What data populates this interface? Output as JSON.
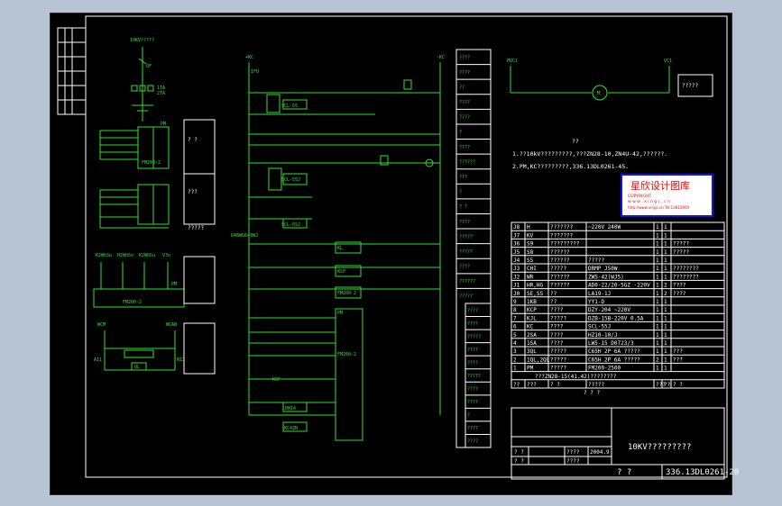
{
  "sheet": {
    "code": "336.13DL0261-20",
    "title": "10KV?????????",
    "date": "2004.9",
    "code_prefix": "? ?"
  },
  "notes": {
    "heading": "??",
    "line1": "1.??10kV?????????,???ZN28-10,ZN4U-42,??????.",
    "line2": "2.PM,KC?????????,336.13DL0261-45."
  },
  "stamp": {
    "title": "星欣设计图库",
    "sub1": "COPYRIGHT",
    "sub2": "w w w . x i n g c . c n",
    "sub3": "http://www.xingc.cn Tel:13813900"
  },
  "left_labels": {
    "bus": "10KV?????",
    "qf": "QF",
    "ta": "1TA",
    "ta2": "2TA",
    "pm": "PM",
    "pm_unit": "FM200-2",
    "kw1": "K2Wh3u",
    "kw2": "H2Wh5v",
    "kw3": "K2Wh5u",
    "kw4": "V3n",
    "pm3": "PM",
    "bottom_pm": "FM200-2",
    "wcm": "WCM",
    "wcan": "WCAN",
    "ql": "QL",
    "a1": "A11",
    "m1": "N11",
    "box1": "? ?",
    "box2": "???",
    "box3": "?????"
  },
  "middle_labels": {
    "left_bus": "+KC",
    "right_bus": "-KC",
    "fu": "1FU",
    "coil1": "SCL-55",
    "coil2": "SCL-55J",
    "coil3": "SCL-55J",
    "kl": "KL",
    "kcp": "KCP",
    "pm": "PM",
    "pm_unit": "FM200-2",
    "unit1": "FM200-2",
    "kcf": "KCF",
    "ws": "648WG648WJ",
    "dn": "DN14",
    "kcn": "KC4ZN"
  },
  "right_strip": [
    "????",
    "????",
    "??",
    "????",
    "????",
    "?",
    "????",
    "??????",
    "???",
    "?",
    "? ?",
    "????",
    "?????",
    "?????",
    "????",
    "??????",
    "?????"
  ],
  "right_strip2": [
    "????",
    "????",
    "?????",
    "????",
    "????",
    "?????",
    "????",
    "????",
    "?",
    "????",
    "????"
  ],
  "motor": {
    "left": "HVCi",
    "right": "VC1",
    "m": "M",
    "box": "?????"
  },
  "bom": {
    "rows": [
      [
        "J8",
        "H",
        "???????",
        "~220V 240W",
        "1",
        "1",
        ""
      ],
      [
        "J7",
        "KV",
        "???????",
        "",
        "1",
        "1",
        ""
      ],
      [
        "J6",
        "S9",
        "?????????",
        "",
        "1",
        "1",
        "?????"
      ],
      [
        "J5",
        "S8",
        "??????",
        "",
        "1",
        "1",
        "?????"
      ],
      [
        "J4",
        "S5",
        "??????",
        "?????",
        "1",
        "1",
        ""
      ],
      [
        "J3",
        "CHI",
        "?????",
        "DRMP J50W",
        "1",
        "1",
        "????????"
      ],
      [
        "J2",
        "WR",
        "??????",
        "ZWS-42(WJ5)",
        "1",
        "1",
        "????????"
      ],
      [
        "J1",
        "HR,HG",
        "??????",
        "AD0-22/20-5GZ -220V",
        "1",
        "2",
        "????"
      ],
      [
        "J0",
        "SE,SS",
        "??",
        "LA19-1J",
        "1",
        "2",
        "????"
      ],
      [
        "9",
        "1KB",
        "??",
        "YY1-D",
        "1",
        "1",
        ""
      ],
      [
        "8",
        "KCP",
        "????",
        "DZY-204 ~220V",
        "1",
        "1",
        ""
      ],
      [
        "7",
        "KJL",
        "?????",
        "DZB-15B-220V 0.5A",
        "1",
        "1",
        ""
      ],
      [
        "6",
        "KC",
        "????",
        "SCL-55J",
        "1",
        "1",
        ""
      ],
      [
        "5",
        "2SA",
        "????",
        "HZ10-10/J",
        "1",
        "1",
        ""
      ],
      [
        "4",
        "1SA",
        "????",
        "LW5-15 D0723/3",
        "1",
        "1",
        ""
      ],
      [
        "3",
        "3QL",
        "?????",
        "C65H 2P 6A ?????",
        "1",
        "1",
        "???"
      ],
      [
        "2",
        "1QL,2QL",
        "?????",
        "C65H 2P 6A ?????",
        "2",
        "1",
        "???"
      ],
      [
        "1",
        "PM",
        "?????",
        "FM200-2500",
        "1",
        "1",
        ""
      ]
    ],
    "footer_note": "???ZN28-15(41.42)????????",
    "header": [
      "??",
      "???",
      "?   ?",
      "?????",
      "???",
      "??",
      "? ?"
    ],
    "header2": "?  ?  ?"
  },
  "title_block": {
    "row1": [
      "? ?",
      "",
      "????",
      "2004.9"
    ],
    "row2": [
      "? ?",
      "",
      "????",
      ""
    ]
  }
}
